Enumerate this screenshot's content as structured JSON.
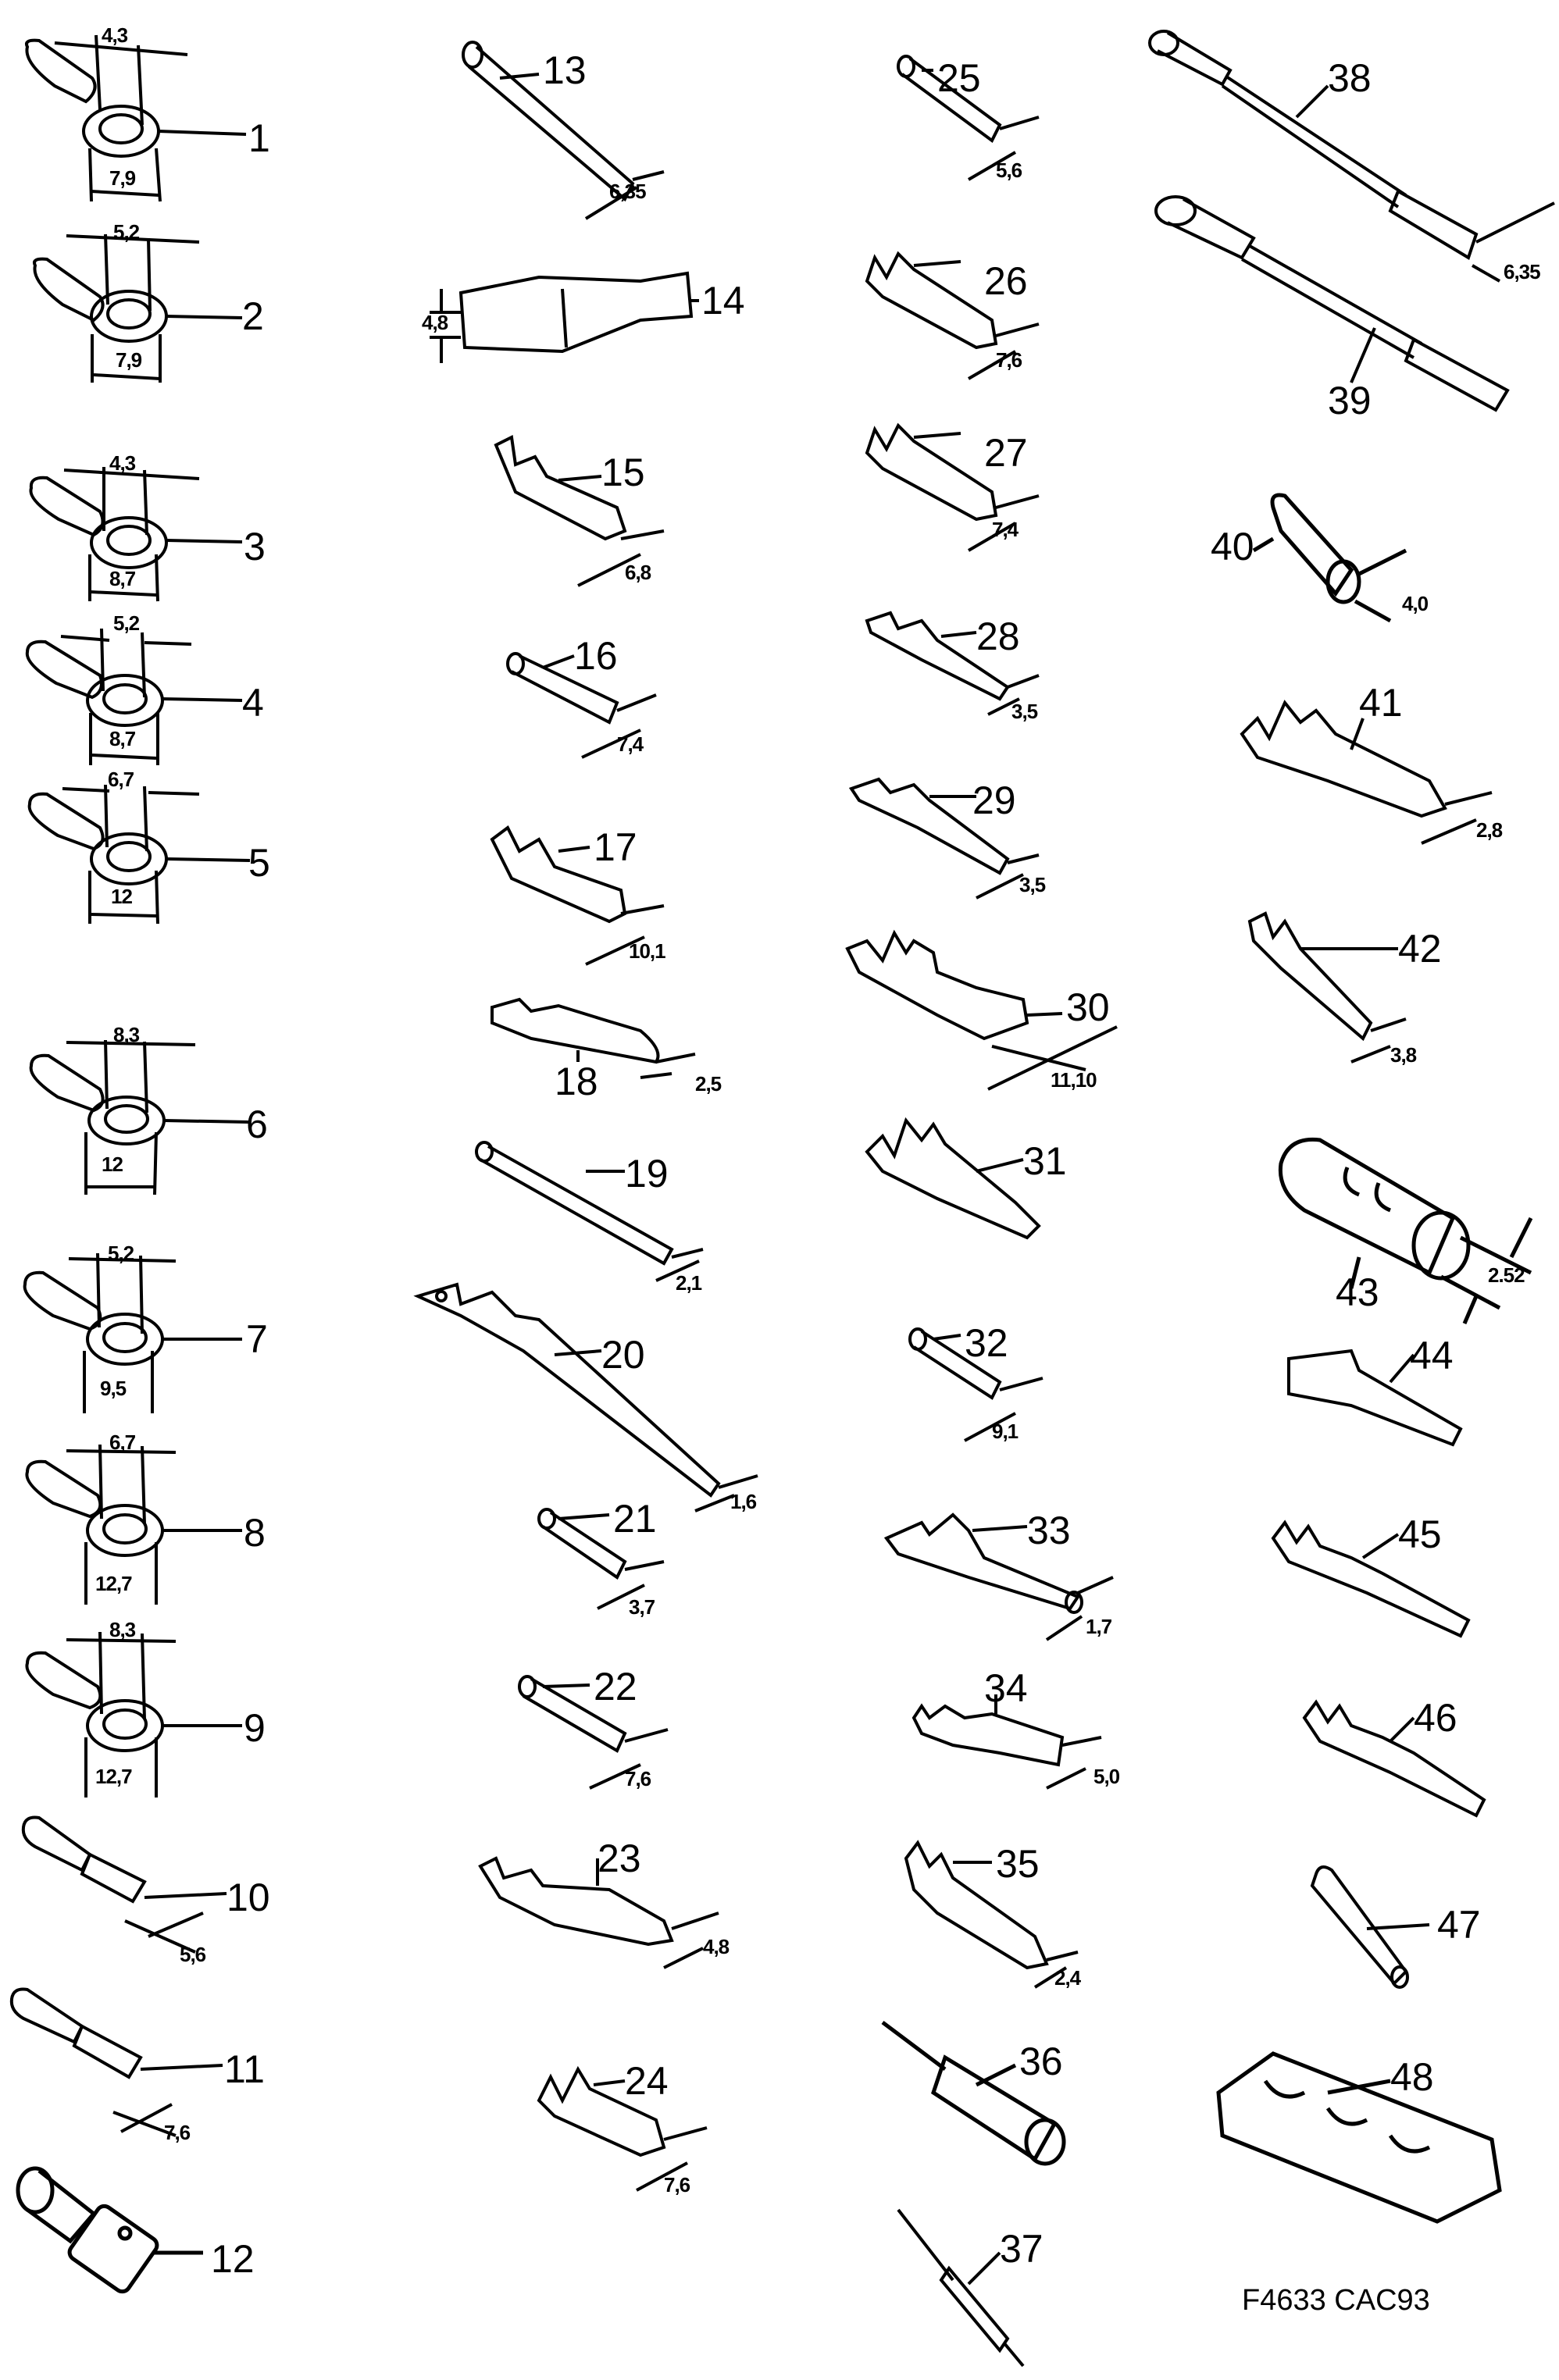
{
  "figure": {
    "caption": "F4633 CAC93",
    "stroke_color": "#000000",
    "background": "#ffffff"
  },
  "parts": [
    {
      "id": "1",
      "type": "ring-terminal",
      "dims": [
        "4,3",
        "7,9"
      ]
    },
    {
      "id": "2",
      "type": "ring-terminal",
      "dims": [
        "5,2",
        "7,9"
      ]
    },
    {
      "id": "3",
      "type": "ring-terminal",
      "dims": [
        "4,3",
        "8,7"
      ]
    },
    {
      "id": "4",
      "type": "ring-terminal",
      "dims": [
        "5,2",
        "8,7"
      ]
    },
    {
      "id": "5",
      "type": "ring-terminal",
      "dims": [
        "6,7",
        "12"
      ]
    },
    {
      "id": "6",
      "type": "ring-terminal",
      "dims": [
        "8,3",
        "12"
      ]
    },
    {
      "id": "7",
      "type": "ring-terminal",
      "dims": [
        "5,2",
        "9,5"
      ]
    },
    {
      "id": "8",
      "type": "ring-terminal",
      "dims": [
        "6,7",
        "12,7"
      ]
    },
    {
      "id": "9",
      "type": "ring-terminal",
      "dims": [
        "8,3",
        "12,7"
      ]
    },
    {
      "id": "10",
      "type": "insulated-spade-receptacle",
      "dims": [
        "5,6"
      ]
    },
    {
      "id": "11",
      "type": "insulated-spade-receptacle",
      "dims": [
        "7,6"
      ]
    },
    {
      "id": "12",
      "type": "insulated-connector",
      "dims": []
    },
    {
      "id": "13",
      "type": "tab-terminal",
      "dims": [
        "6,35"
      ]
    },
    {
      "id": "14",
      "type": "receptacle",
      "dims": [
        "4,8"
      ]
    },
    {
      "id": "15",
      "type": "receptacle",
      "dims": [
        "6,8"
      ]
    },
    {
      "id": "16",
      "type": "receptacle",
      "dims": [
        "7,4"
      ]
    },
    {
      "id": "17",
      "type": "receptacle",
      "dims": [
        "10,1"
      ]
    },
    {
      "id": "18",
      "type": "receptacle",
      "dims": [
        "2,5"
      ]
    },
    {
      "id": "19",
      "type": "pin-socket",
      "dims": [
        "2,1"
      ]
    },
    {
      "id": "20",
      "type": "pin-terminal",
      "dims": [
        "1,6"
      ]
    },
    {
      "id": "21",
      "type": "receptacle",
      "dims": [
        "3,7"
      ]
    },
    {
      "id": "22",
      "type": "receptacle",
      "dims": [
        "7,6"
      ]
    },
    {
      "id": "23",
      "type": "receptacle",
      "dims": [
        "4,8"
      ]
    },
    {
      "id": "24",
      "type": "receptacle",
      "dims": [
        "7,6"
      ]
    },
    {
      "id": "25",
      "type": "receptacle",
      "dims": [
        "5,6"
      ]
    },
    {
      "id": "26",
      "type": "receptacle",
      "dims": [
        "7,6"
      ]
    },
    {
      "id": "27",
      "type": "receptacle",
      "dims": [
        "7,4"
      ]
    },
    {
      "id": "28",
      "type": "pin-socket",
      "dims": [
        "3,5"
      ]
    },
    {
      "id": "29",
      "type": "pin-socket",
      "dims": [
        "3,5"
      ]
    },
    {
      "id": "30",
      "type": "receptacle",
      "dims": [
        "11,10"
      ]
    },
    {
      "id": "31",
      "type": "receptacle",
      "dims": []
    },
    {
      "id": "32",
      "type": "receptacle",
      "dims": [
        "9,1"
      ]
    },
    {
      "id": "33",
      "type": "pin-socket",
      "dims": [
        "1,7"
      ]
    },
    {
      "id": "34",
      "type": "receptacle",
      "dims": [
        "5,0"
      ]
    },
    {
      "id": "35",
      "type": "receptacle",
      "dims": [
        "2,4"
      ]
    },
    {
      "id": "36",
      "type": "bullet-socket",
      "dims": []
    },
    {
      "id": "37",
      "type": "bullet-pin",
      "dims": []
    },
    {
      "id": "38",
      "type": "lead-with-tab",
      "dims": [
        "6,35"
      ]
    },
    {
      "id": "39",
      "type": "lead-with-receptacle",
      "dims": []
    },
    {
      "id": "40",
      "type": "insulating-sleeve",
      "dims": [
        "4,0"
      ]
    },
    {
      "id": "41",
      "type": "receptacle",
      "dims": [
        "2,8"
      ]
    },
    {
      "id": "42",
      "type": "tab-terminal",
      "dims": [
        "3,8"
      ]
    },
    {
      "id": "43",
      "type": "round-socket",
      "dims": [
        "2.52"
      ]
    },
    {
      "id": "44",
      "type": "clip",
      "dims": []
    },
    {
      "id": "45",
      "type": "tab-terminal",
      "dims": []
    },
    {
      "id": "46",
      "type": "tab-terminal",
      "dims": []
    },
    {
      "id": "47",
      "type": "sleeve",
      "dims": []
    },
    {
      "id": "48",
      "type": "terminal-strip",
      "dims": []
    }
  ]
}
